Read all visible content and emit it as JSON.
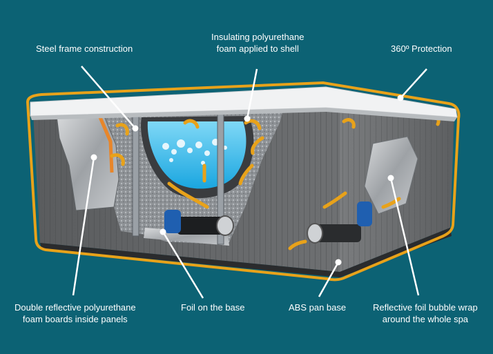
{
  "diagram": {
    "background_color": "#0c6274",
    "accent_color": "#e8a21a",
    "callouts": {
      "steel_frame": {
        "lines": [
          "Steel frame construction"
        ]
      },
      "insulating_foam": {
        "lines": [
          "Insulating polyurethane",
          "foam applied to shell"
        ]
      },
      "protection_360": {
        "lines": [
          "360º Protection"
        ]
      },
      "reflective_boards": {
        "lines": [
          "Double reflective polyurethane",
          "foam boards inside panels"
        ]
      },
      "foil_base": {
        "lines": [
          "Foil on the base"
        ]
      },
      "abs_pan": {
        "lines": [
          "ABS pan base"
        ]
      },
      "bubble_wrap": {
        "lines": [
          "Reflective foil bubble wrap",
          "around the whole spa"
        ]
      }
    }
  }
}
